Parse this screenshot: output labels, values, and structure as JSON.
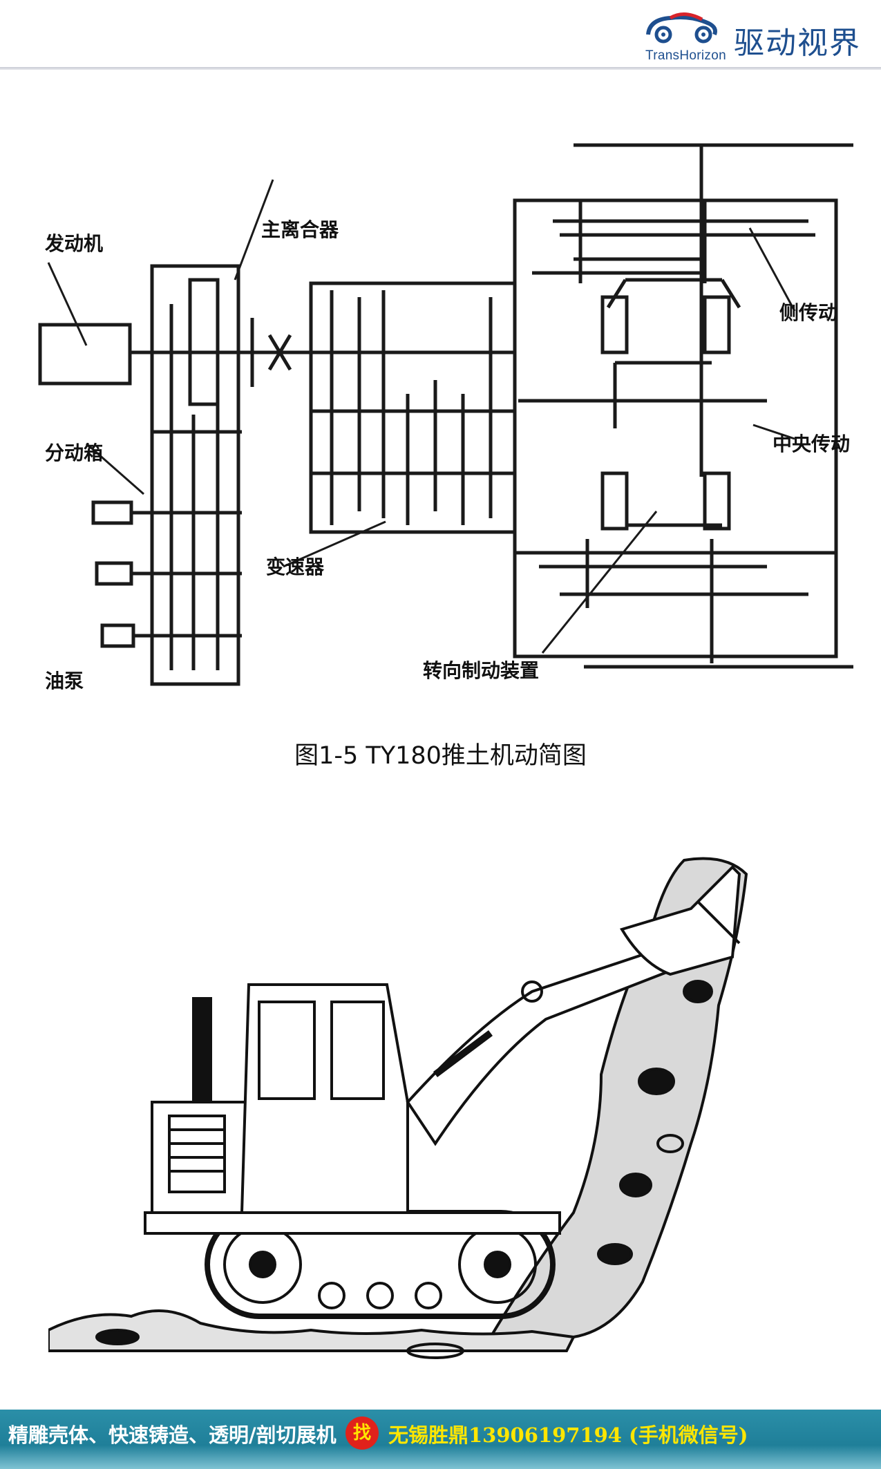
{
  "header": {
    "brand_en": "TransHorizon",
    "brand_cn": "驱动视界",
    "brand_color": "#1e4f8f"
  },
  "diagram": {
    "labels": {
      "engine": "发动机",
      "main_clutch": "主离合器",
      "transfer_case": "分动箱",
      "oil_pump": "油泵",
      "transmission": "变速器",
      "side_drive": "侧传动",
      "central_drive": "中央传动",
      "steering_brake": "转向制动装置"
    },
    "caption": "图1-5  TY180推土机动简图"
  },
  "footer": {
    "services": "精雕壳体、快速铸造、透明/剖切展机",
    "badge": "找",
    "contact": "无锡胜鼎13906197194 (手机微信号)",
    "bg_color": "#2b8fa8",
    "contact_color": "#ffe600"
  }
}
